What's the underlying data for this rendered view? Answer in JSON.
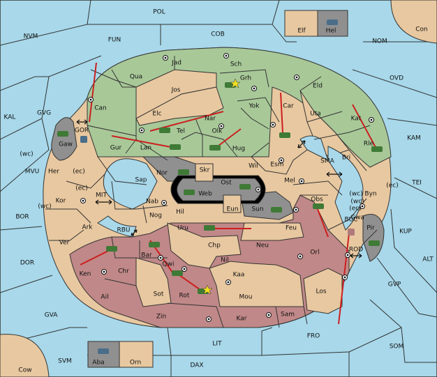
{
  "colors": {
    "sea": "#a8d8ea",
    "neutral": "#e8c8a0",
    "green": "#a8c898",
    "red": "#c08888",
    "grey": "#909090",
    "black": "#000000",
    "unit": "#3f7a36",
    "arrow": "#cc1f1f",
    "star": "#f0e020"
  },
  "sea_labels": [
    "POL",
    "NVM",
    "FUN",
    "COB",
    "NOM",
    "Con",
    "OVD",
    "KAL",
    "GVG",
    "KAM",
    "TEI",
    "MVU",
    "BOR",
    "DOR",
    "ALT",
    "KUP",
    "GVP",
    "GVA",
    "FRO",
    "SOM",
    "LIT",
    "SVM",
    "DAX",
    "Cow",
    "SMA",
    "MIT",
    "RBU",
    "BUC",
    "ROD",
    "GOR",
    "Elf",
    "Hel",
    "Aba",
    "Orn"
  ],
  "land_labels": [
    "Jad",
    "Sch",
    "Qua",
    "Grh",
    "Jos",
    "Eld",
    "Can",
    "Yok",
    "Car",
    "Uta",
    "Elc",
    "Nar",
    "Tel",
    "Olk",
    "Kat",
    "Gaw",
    "Lan",
    "Gur",
    "Hug",
    "Rle",
    "Nor",
    "Skr",
    "Wil",
    "Esm",
    "Bri",
    "Her",
    "Sap",
    "Ost",
    "Web",
    "Mel",
    "Kor",
    "Nab",
    "Eun",
    "Sun",
    "Obs",
    "Byn",
    "Hil",
    "Nog",
    "Pir",
    "Gwa",
    "Ark",
    "Uru",
    "Feu",
    "Ver",
    "Chp",
    "Neu",
    "Orl",
    "Bar",
    "Qwi",
    "Nil",
    "Ken",
    "Chr",
    "Kaa",
    "Los",
    "Ail",
    "Sot",
    "Rot",
    "Mou",
    "Zin",
    "Kar",
    "Sam"
  ],
  "coast_tags": [
    "(wc)",
    "(ec)",
    "(ec)",
    "(wc)",
    "(wc)",
    "(ec)",
    "(ec)",
    "(wc)"
  ]
}
